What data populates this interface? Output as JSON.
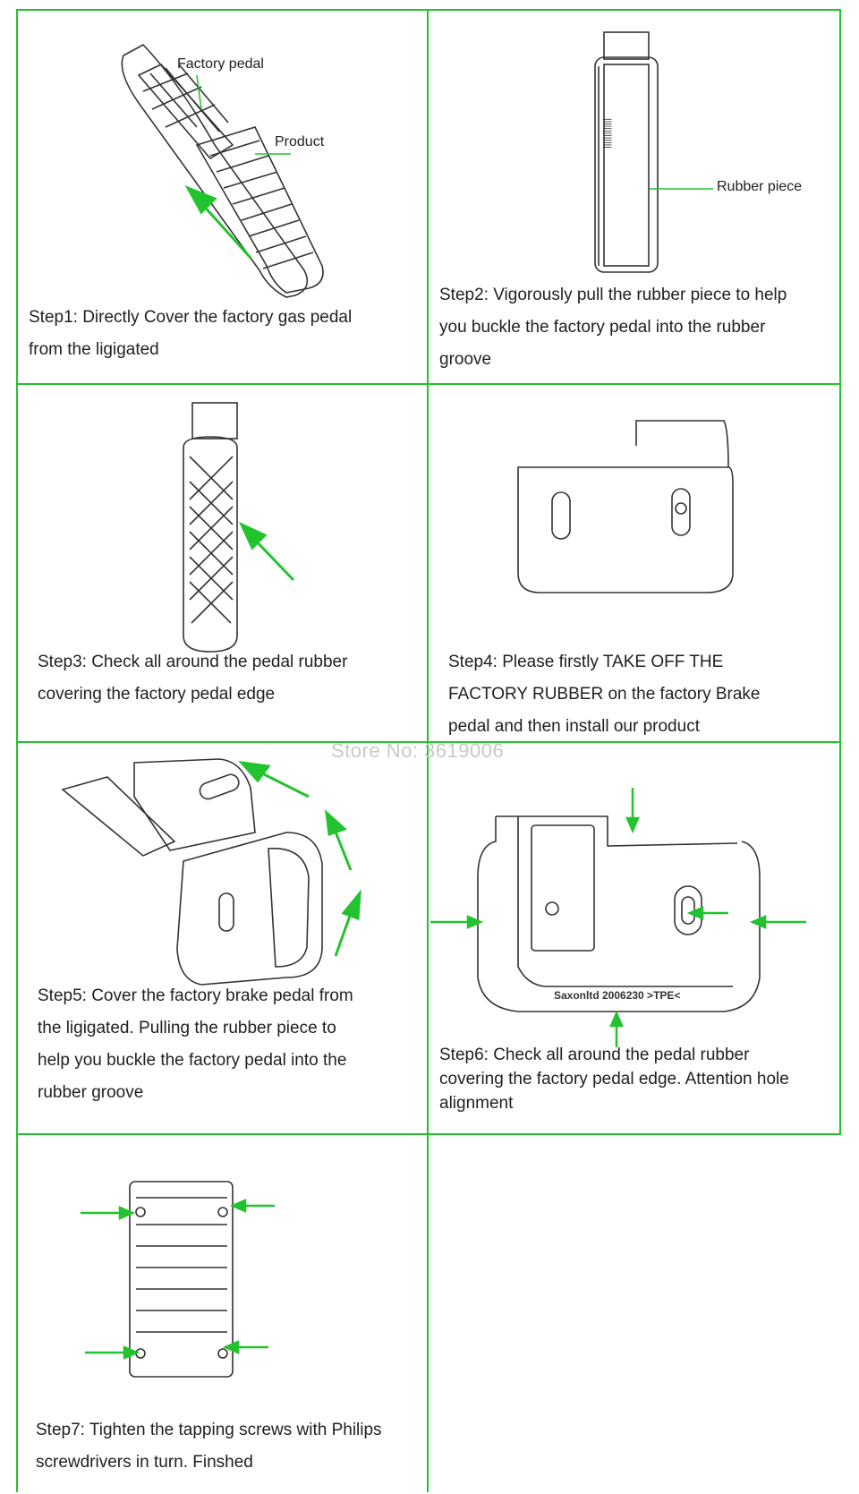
{
  "accent_color": "#22c32e",
  "watermark": "Store No: 3619006",
  "steps": [
    {
      "caption_line1": "Step1: Directly Cover the factory gas pedal",
      "caption_line2": "from the ligigated",
      "label_a": "Factory pedal",
      "label_b": "Product"
    },
    {
      "caption_line1": "Step2: Vigorously pull the rubber piece to help",
      "caption_line2": "you buckle the factory pedal into the rubber",
      "caption_line3": "groove",
      "label_a": "Rubber piece"
    },
    {
      "caption_line1": "Step3: Check all around the pedal rubber",
      "caption_line2": "covering the factory pedal edge"
    },
    {
      "caption_line1": "Step4: Please firstly TAKE OFF THE",
      "caption_line2": "FACTORY RUBBER on the factory Brake",
      "caption_line3": "pedal and then install our product"
    },
    {
      "caption_line1": "Step5: Cover the factory brake pedal from",
      "caption_line2": "the ligigated. Pulling the rubber piece to",
      "caption_line3": "help you buckle the factory pedal into the",
      "caption_line4": "rubber  groove"
    },
    {
      "caption_line1": "Step6: Check all around the pedal rubber",
      "caption_line2": "covering the factory pedal edge. Attention hole",
      "caption_line3": "alignment"
    },
    {
      "caption_line1": "Step7: Tighten the tapping screws with Philips",
      "caption_line2": "screwdrivers in turn. Finshed"
    }
  ]
}
